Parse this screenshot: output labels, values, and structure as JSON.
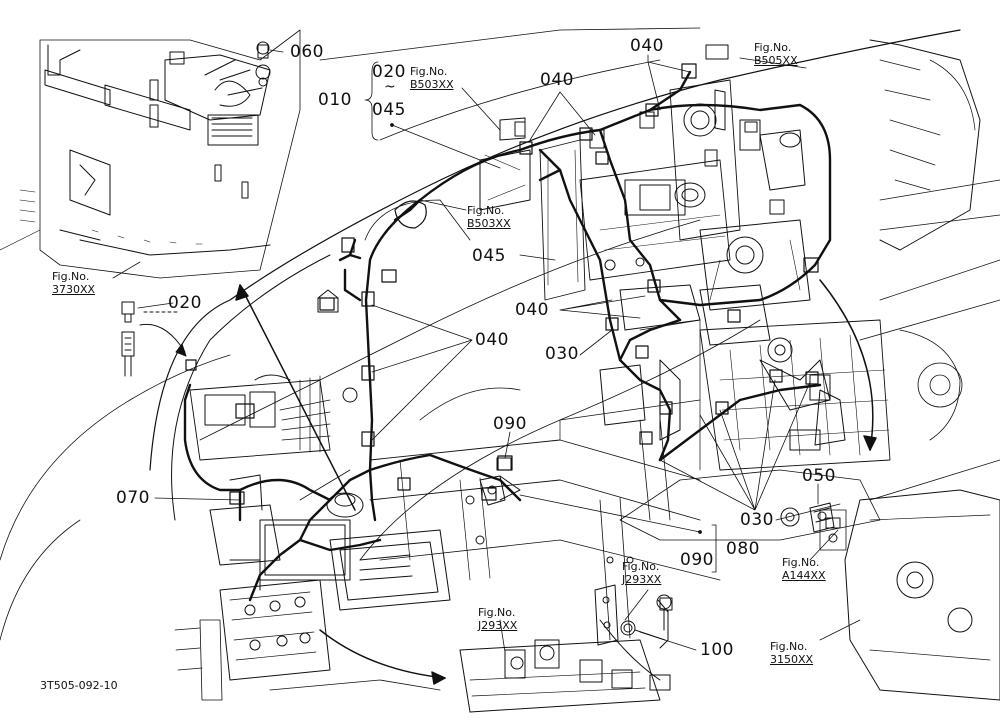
{
  "diagram": {
    "drawing_code": "3T505-092-10",
    "colors": {
      "ink": "#111111",
      "paper": "#ffffff"
    },
    "part_numbers": {
      "p010": "010",
      "p020_a": "020",
      "p020_b": "020",
      "p030_a": "030",
      "p030_b": "030",
      "p040_a": "040",
      "p040_b": "040",
      "p040_c": "040",
      "p040_d": "040",
      "p045_a": "045",
      "p045_b": "045",
      "p050": "050",
      "p060": "060",
      "p070": "070",
      "p080": "080",
      "p090_a": "090",
      "p090_b": "090",
      "p100": "100",
      "tilde": "~"
    },
    "figure_refs": {
      "fig_label": "Fig.No.",
      "b503_a": "B503XX",
      "b503_b": "B503XX",
      "b505": "B505XX",
      "f3730": "3730XX",
      "j293_a": "J293XX",
      "j293_b": "J293XX",
      "a144": "A144XX",
      "f3150": "3150XX"
    }
  }
}
